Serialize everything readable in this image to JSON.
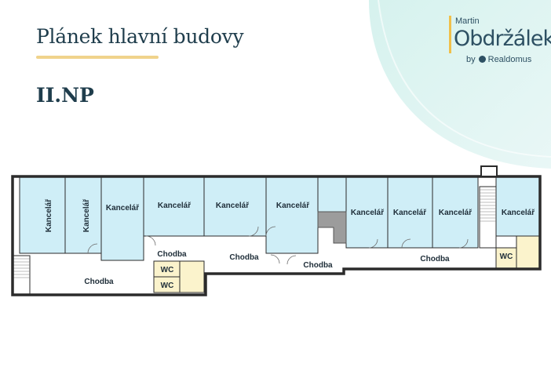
{
  "header": {
    "title": "Plánek hlavní budovy",
    "floor": "II.NP"
  },
  "logo": {
    "first_name": "Martin",
    "last_name": "Obdržálek",
    "by": "by",
    "brand": "Realdomus"
  },
  "rooms": {
    "office": "Kancelář",
    "corridor": "Chodba",
    "wc": "WC"
  },
  "colors": {
    "office_fill": "#cfeef7",
    "wc_fill": "#fbf3cc",
    "wall": "#2b2b2b",
    "title": "#1f3d4c",
    "accent": "#f0d38c"
  }
}
